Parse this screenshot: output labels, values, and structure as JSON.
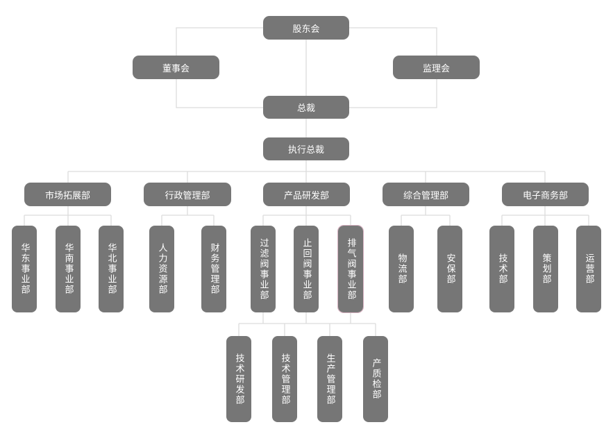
{
  "top": {
    "shareholders": "股东会",
    "board": "董事会",
    "supervisory": "监理会",
    "ceo": "总裁",
    "exec": "执行总裁"
  },
  "departments": [
    {
      "label": "市场拓展部",
      "children": [
        "华东事业部",
        "华南事业部",
        "华北事业部"
      ]
    },
    {
      "label": "行政管理部",
      "children": [
        "人力资源部",
        "财务管理部"
      ]
    },
    {
      "label": "产品研发部",
      "children": [
        "过滤阀事业部",
        "止回阀事业部",
        "排气阀事业部"
      ]
    },
    {
      "label": "综合管理部",
      "children": [
        "物流部",
        "安保部"
      ]
    },
    {
      "label": "电子商务部",
      "children": [
        "技术部",
        "策划部",
        "运营部"
      ]
    }
  ],
  "rd_sub": [
    "技术研发部",
    "技术管理部",
    "生产管理部",
    "产质检部"
  ]
}
